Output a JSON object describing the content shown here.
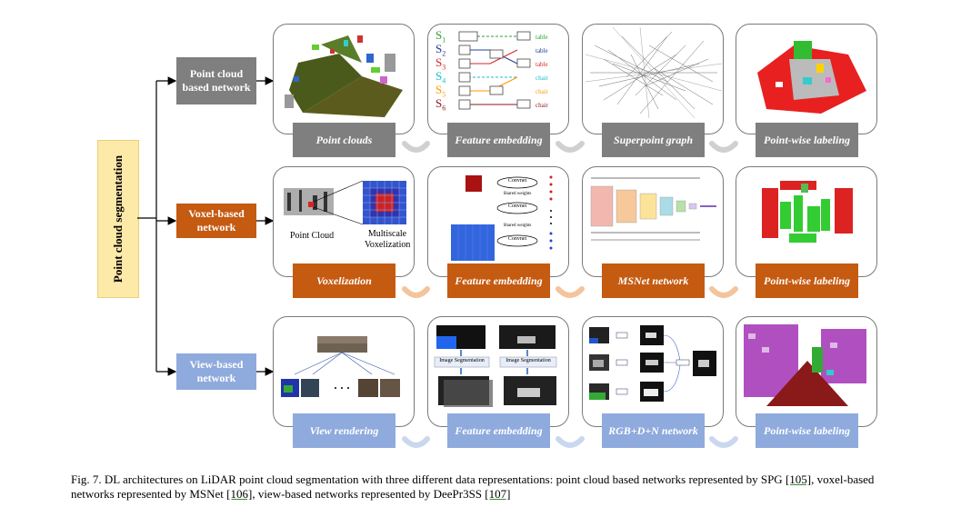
{
  "root": {
    "label": "Point cloud segmentation"
  },
  "rows": [
    {
      "category": "Point cloud based network",
      "stages": [
        "Point clouds",
        "Feature embedding",
        "Superpoint graph",
        "Point-wise labeling"
      ]
    },
    {
      "category": "Voxel-based network",
      "stages": [
        "Voxelization",
        "Feature embedding",
        "MSNet network",
        "Point-wise labeling"
      ]
    },
    {
      "category": "View-based network",
      "stages": [
        "View rendering",
        "Feature embedding",
        "RGB+D+N network",
        "Point-wise labeling"
      ]
    }
  ],
  "fig_texts": {
    "point_cloud": "Point Cloud",
    "multiscale": "Multiscale",
    "voxelization": "Voxelization",
    "segments": [
      "S",
      "S",
      "S",
      "S",
      "S",
      "S"
    ],
    "segment_nums": [
      "1",
      "2",
      "3",
      "4",
      "5",
      "6"
    ],
    "classes": [
      "table",
      "table",
      "table",
      "chair",
      "chair",
      "chair"
    ],
    "convnet": "Convnet",
    "shared_weights": "Shared weights",
    "image_segmentation": "Image Segmentation"
  },
  "colors": {
    "gray": "#7f7f7f",
    "orange": "#c55a11",
    "blue": "#8faadc",
    "root_fill": "#fde9a8",
    "segment_colors": [
      "#2ca02c",
      "#1f3c99",
      "#d62728",
      "#17becf",
      "#ff9900",
      "#8b1a1a"
    ]
  },
  "caption": {
    "prefix": "Fig. 7.  DL architectures on LiDAR point cloud segmentation with three different data representations: point cloud based networks represented by SPG ",
    "ref1": "[105]",
    "line2_a": ", voxel-based networks represented by MSNet ",
    "ref2": "[106]",
    "line2_b": ", view-based networks represented by DeePr3SS ",
    "ref3": "[107]"
  }
}
